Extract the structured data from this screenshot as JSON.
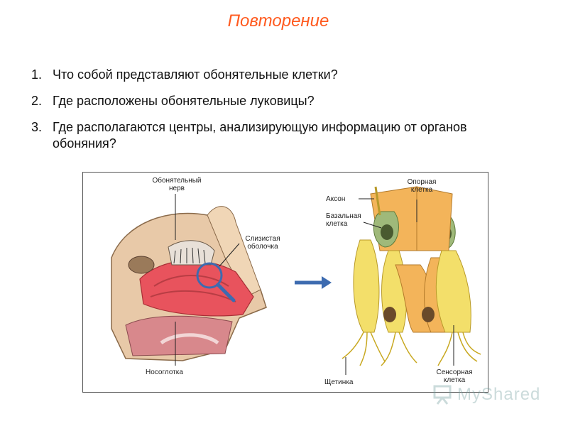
{
  "slide": {
    "title": "Повторение",
    "questions": [
      {
        "num": "1.",
        "text": "Что собой представляют обонятельные клетки?"
      },
      {
        "num": "2.",
        "text": "Где расположены обонятельные луковицы?"
      },
      {
        "num": "3.",
        "text": "Где располагаются центры, анализирующую информацию от органов обоняния?"
      }
    ]
  },
  "figure": {
    "labels": {
      "olfactory_nerve": "Обонятельный\nнерв",
      "mucosa": "Слизистая\nоболочка",
      "nasopharynx": "Носоглотка",
      "axon": "Аксон",
      "supporting_cell": "Опорная\nклетка",
      "basal_cell": "Базальная\nклетка",
      "cilium": "Щетинка",
      "sensory_cell": "Сенсорная\nклетка"
    },
    "colors": {
      "bone": "#e8c9a8",
      "flesh": "#e8535d",
      "cavity": "#d8888c",
      "sensory_cell": "#f3df6a",
      "supporting_cell": "#f3b45a",
      "basal_cell": "#9fb97a",
      "arrow": "#3d6bb0"
    }
  },
  "watermark": {
    "text": "MyShared"
  }
}
